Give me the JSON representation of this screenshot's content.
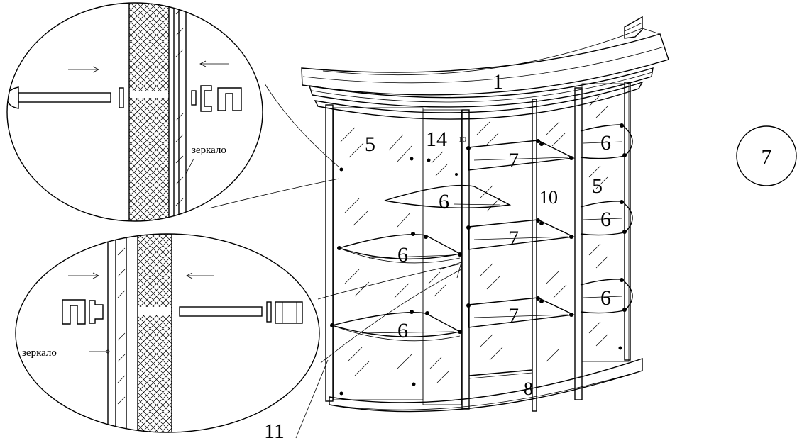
{
  "diagram": {
    "part_labels": {
      "cornice": "1",
      "side_mirror_left": "5",
      "side_mirror_right": "5",
      "upper_center": "14",
      "upper_small": "10",
      "middle_divider": "10",
      "bottom_panel": "8",
      "base_leader": "11"
    },
    "shelf_labels": {
      "curved_shelf": "6",
      "straight_shelf": "7"
    },
    "detail_top": {
      "mirror_label": "зеркало"
    },
    "detail_bottom": {
      "mirror_label": "зеркало"
    },
    "badge": {
      "number": "7"
    }
  }
}
